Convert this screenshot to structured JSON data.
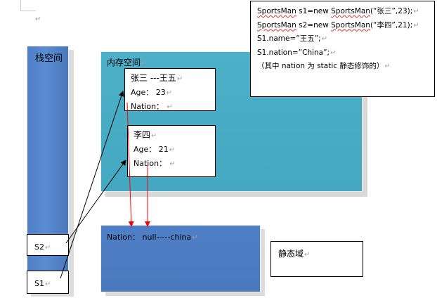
{
  "stack": {
    "title": "栈空间",
    "vars": [
      "S2",
      "S1"
    ]
  },
  "heap": {
    "title": "内存空间",
    "objects": [
      {
        "name": "张三    ---王五",
        "age": "Age：  23",
        "nation": "Nation："
      },
      {
        "name": "李四",
        "age": "Age：  21",
        "nation": "Nation："
      }
    ]
  },
  "static_area": {
    "content": "Nation：  null-----china",
    "label": "静态域"
  },
  "code": {
    "line1_a": "SportsMan",
    "line1_b": " s1=new ",
    "line1_c": "SportsMan",
    "line1_d": "(“张三”,23);",
    "line2_a": "SportsMan",
    "line2_b": " s2=new ",
    "line2_c": "SportsMan",
    "line2_d": "(“李四”,21);",
    "line3": "S1.name=”王五”;",
    "line4": "S1.nation=”China”;",
    "line5": "（其中 nation 为 static 静态修饰的）"
  },
  "colors": {
    "stack": "#4f7fc6",
    "heap": "#4bb0c8",
    "static_area": "#4f7fc6",
    "reference_arrow": "#000000",
    "static_arrow": "#ff0000"
  }
}
